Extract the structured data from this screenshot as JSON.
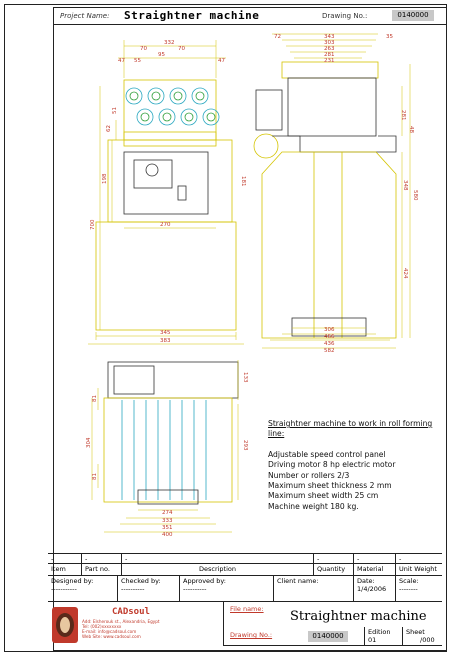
{
  "header": {
    "project_label": "Project Name:",
    "project_name": "Straightner machine",
    "drawing_label": "Drawing No.:",
    "drawing_no": "0140000"
  },
  "notes": {
    "title": "Straightner machine to work in roll forming line:",
    "items": [
      "Adjustable speed control panel",
      "Driving motor 8 hp electric motor",
      "Number or rollers 2/3",
      "Maximum sheet thickness 2 mm",
      "Maximum sheet width 25 cm",
      "Machine weight 180 kg."
    ]
  },
  "dims": {
    "front_top": [
      "332",
      "70",
      "70",
      "95",
      "47",
      "47",
      "55"
    ],
    "front_bottom": [
      "270",
      "345",
      "383"
    ],
    "front_left": [
      "700",
      "198",
      "62",
      "51"
    ],
    "side_top": [
      "72",
      "343",
      "303",
      "263",
      "281",
      "231",
      "35"
    ],
    "side_right": [
      "281",
      "48",
      "348",
      "580",
      "424"
    ],
    "side_bottom": [
      "306",
      "466",
      "436",
      "582"
    ],
    "top_right": [
      "133",
      "293"
    ],
    "top_left": [
      "304",
      "81",
      "81"
    ],
    "top_bottom": [
      "274",
      "333",
      "351",
      "400"
    ],
    "mid": [
      "181"
    ]
  },
  "title_block": {
    "item": "Item",
    "part_no": "Part no.",
    "description": "Description",
    "quantity": "Quantity",
    "material": "Material",
    "unit_weight": "Unit Weight",
    "designed_by": "Designed by:",
    "checked_by": "Checked by:",
    "approved_by": "Approved by:",
    "client_name": "Client name:",
    "date_label": "Date:",
    "date": "1/4/2006",
    "scale_label": "Scale:",
    "file_name_label": "File name:",
    "file_name": "Straightner machine",
    "drawing_no_label": "Drawing No.:",
    "drawing_no": "0140000",
    "edition_label": "Edition",
    "edition": "01",
    "sheet_label": "Sheet",
    "sheet": "/000",
    "brand": "CADsoul",
    "address": "Add: Elsherouk st., Alexandria, Egypt\nTel: (002)xxxxxxxx\nE-mail: info@cadsoul.com\nWeb Site: www.cadsoul.com"
  },
  "colors": {
    "yellow": "#d4c400",
    "cyan": "#2aa8c0",
    "green": "#2f9e3a",
    "red": "#c0392b",
    "line": "#333333"
  }
}
